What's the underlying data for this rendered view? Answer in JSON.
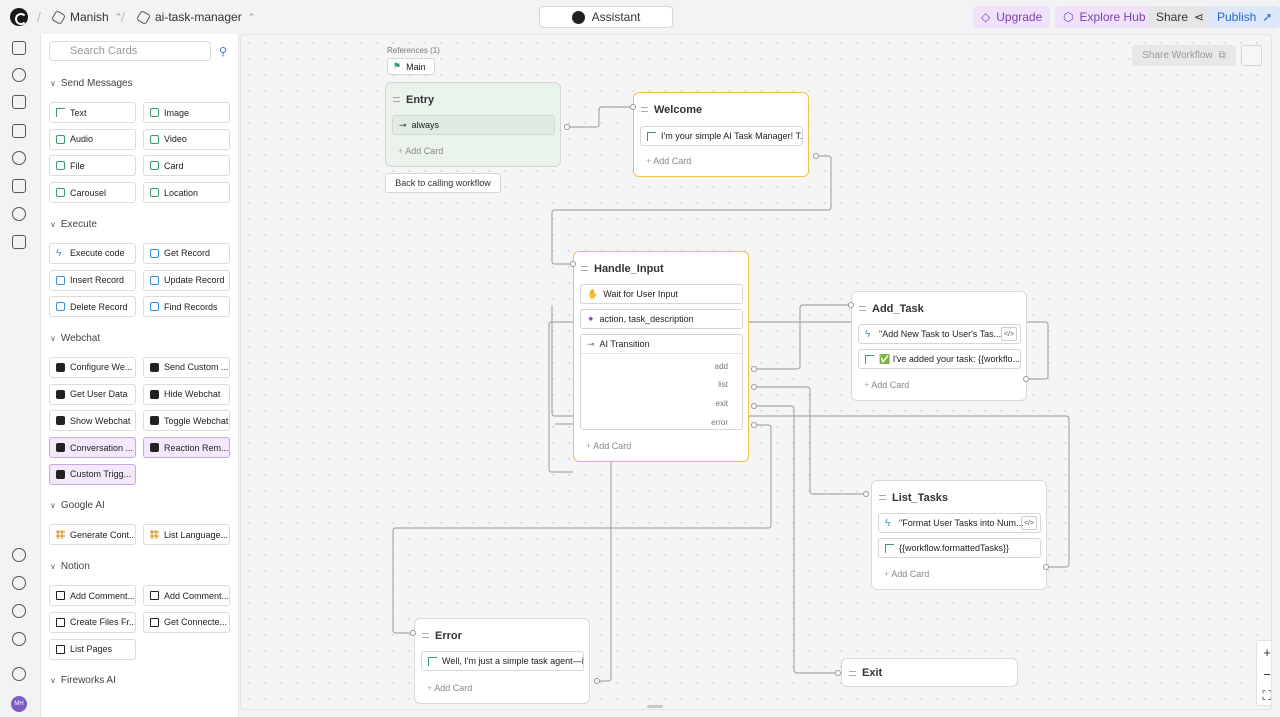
{
  "topbar": {
    "workspace": "Manish",
    "project": "ai-task-manager",
    "assistant_label": "Assistant",
    "upgrade_label": "Upgrade",
    "explore_label": "Explore Hub",
    "share_label": "Share",
    "publish_label": "Publish"
  },
  "sidebar": {
    "search_placeholder": "Search Cards",
    "sections": [
      {
        "title": "Send Messages",
        "cards": [
          {
            "label": "Text",
            "icon": "text-icon"
          },
          {
            "label": "Image",
            "icon": "image-icon"
          },
          {
            "label": "Audio",
            "icon": "audio-icon"
          },
          {
            "label": "Video",
            "icon": "video-icon"
          },
          {
            "label": "File",
            "icon": "file-icon"
          },
          {
            "label": "Card",
            "icon": "card-icon"
          },
          {
            "label": "Carousel",
            "icon": "carousel-icon"
          },
          {
            "label": "Location",
            "icon": "location-icon"
          }
        ]
      },
      {
        "title": "Execute",
        "cards": [
          {
            "label": "Execute code",
            "icon": "bolt-icon"
          },
          {
            "label": "Get Record",
            "icon": "table-icon"
          },
          {
            "label": "Insert Record",
            "icon": "table-icon"
          },
          {
            "label": "Update Record",
            "icon": "table-icon"
          },
          {
            "label": "Delete Record",
            "icon": "table-icon"
          },
          {
            "label": "Find Records",
            "icon": "table-icon"
          }
        ]
      },
      {
        "title": "Webchat",
        "cards": [
          {
            "label": "Configure We...",
            "icon": "webchat-icon"
          },
          {
            "label": "Send Custom ...",
            "icon": "webchat-icon"
          },
          {
            "label": "Get User Data",
            "icon": "webchat-icon"
          },
          {
            "label": "Hide Webchat",
            "icon": "webchat-icon"
          },
          {
            "label": "Show Webchat",
            "icon": "webchat-icon"
          },
          {
            "label": "Toggle Webchat",
            "icon": "webchat-icon"
          },
          {
            "label": "Conversation ...",
            "icon": "webchat-icon"
          },
          {
            "label": "Reaction Rem...",
            "icon": "webchat-icon"
          },
          {
            "label": "Custom Trigg...",
            "icon": "webchat-icon"
          }
        ]
      },
      {
        "title": "Google AI",
        "cards": [
          {
            "label": "Generate Cont...",
            "icon": "google-ai-icon"
          },
          {
            "label": "List Language...",
            "icon": "google-ai-icon"
          }
        ]
      },
      {
        "title": "Notion",
        "cards": [
          {
            "label": "Add Comment...",
            "icon": "notion-icon"
          },
          {
            "label": "Add Comment...",
            "icon": "notion-icon"
          },
          {
            "label": "Create Files Fr...",
            "icon": "notion-icon"
          },
          {
            "label": "Get Connecte...",
            "icon": "notion-icon"
          },
          {
            "label": "List Pages",
            "icon": "notion-icon"
          }
        ]
      },
      {
        "title": "Fireworks AI",
        "cards": []
      }
    ]
  },
  "canvas": {
    "references_label": "References (1)",
    "main_tab": "Main",
    "back_button": "Back to calling workflow",
    "share_workflow": "Share Workflow",
    "nodes": {
      "entry": {
        "title": "Entry",
        "rows": [
          "always"
        ],
        "add": "Add Card"
      },
      "welcome": {
        "title": "Welcome",
        "rows": [
          "I'm your simple AI Task Manager! T..."
        ],
        "add": "Add Card"
      },
      "handle": {
        "title": "Handle_Input",
        "rows": [
          "Wait for User Input",
          "action, task_description",
          "AI Transition"
        ],
        "outputs": [
          "add",
          "list",
          "exit",
          "error"
        ],
        "add": "Add Card"
      },
      "add_task": {
        "title": "Add_Task",
        "rows": [
          "\"Add New Task to User's Tas...",
          "✅ I've added your task: {{workflo..."
        ],
        "add": "Add Card"
      },
      "list_tasks": {
        "title": "List_Tasks",
        "rows": [
          "\"Format User Tasks into Num...",
          "{{workflow.formattedTasks}}"
        ],
        "add": "Add Card"
      },
      "error": {
        "title": "Error",
        "rows": [
          "Well, I'm just a simple task agent—I..."
        ],
        "add": "Add Card"
      },
      "exit": {
        "title": "Exit"
      }
    },
    "zoom": {
      "in": "+",
      "out": "−",
      "fit": "⛶"
    }
  }
}
